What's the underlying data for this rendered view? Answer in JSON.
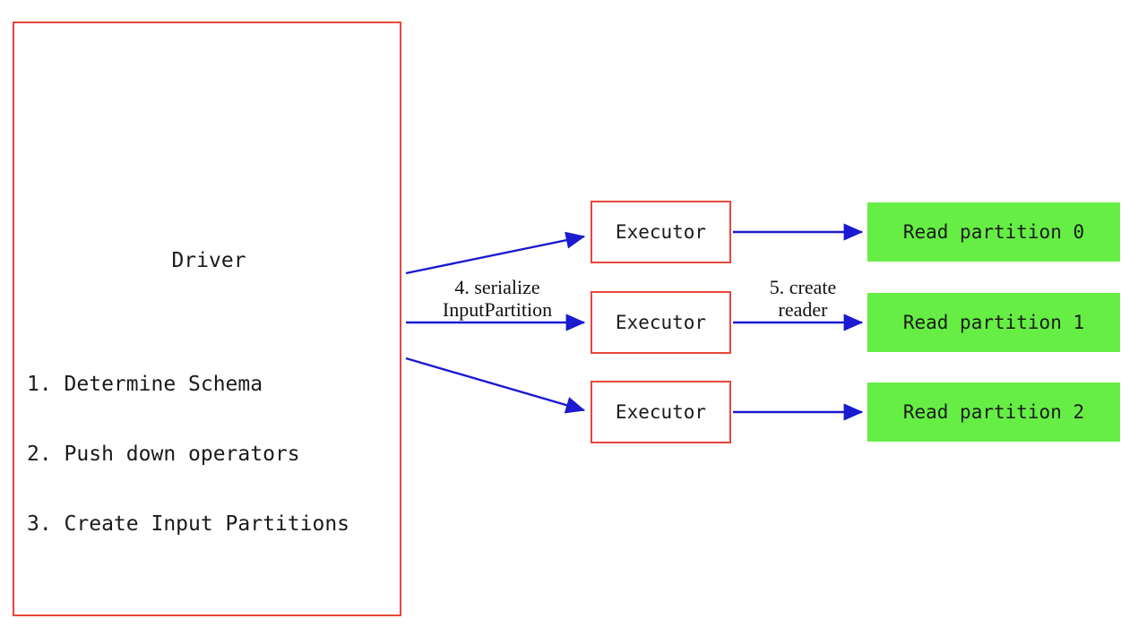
{
  "diagram": {
    "driver": {
      "title": "Driver",
      "steps": [
        "1. Determine Schema",
        "2. Push down operators",
        "3. Create Input Partitions"
      ],
      "border_color": "#e8463c"
    },
    "executors": [
      {
        "label": "Executor"
      },
      {
        "label": "Executor"
      },
      {
        "label": "Executor"
      }
    ],
    "partitions": [
      {
        "label": "Read partition 0"
      },
      {
        "label": "Read partition 1"
      },
      {
        "label": "Read partition 2"
      }
    ],
    "labels": {
      "serialize": "4. serialize\nInputPartition",
      "create_reader": "5. create\nreader"
    },
    "colors": {
      "box_border": "#e8463c",
      "arrow": "#1a1ad0",
      "partition_fill": "#66ee44",
      "text": "#1a1a1a",
      "background": "#ffffff"
    }
  }
}
